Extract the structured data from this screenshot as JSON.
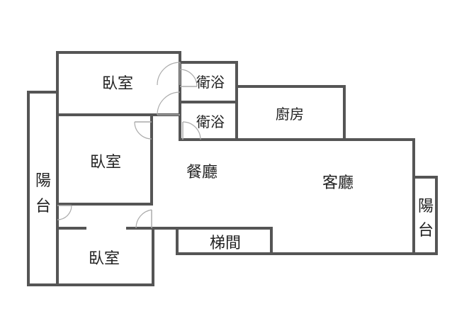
{
  "rooms": {
    "bedroom_top": "臥室",
    "bedroom_mid": "臥室",
    "bedroom_bottom": "臥室",
    "bath_1": "衛浴",
    "bath_2": "衛浴",
    "kitchen": "廚房",
    "dining": "餐廳",
    "living": "客廳",
    "stair": "梯間",
    "balcony_left": [
      "陽",
      "台"
    ],
    "balcony_right": [
      "陽",
      "台"
    ]
  },
  "colors": {
    "wall": "#555555",
    "door": "#aaaaaa",
    "text": "#222222",
    "background": "#ffffff"
  }
}
